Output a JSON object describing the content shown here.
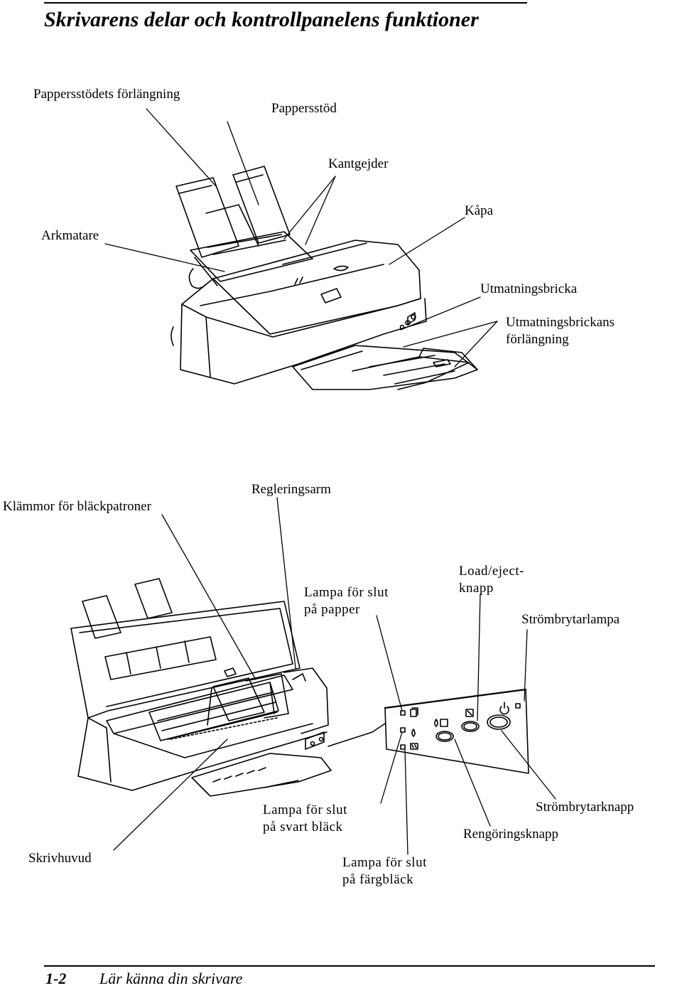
{
  "title": "Skrivarens delar och kontrollpanelens funktioner",
  "top_labels": {
    "pappersstod_forlangning": "Pappersstödets förlängning",
    "pappersstod": "Pappersstöd",
    "kantgejder": "Kantgejder",
    "kapa": "Kåpa",
    "arkmatare": "Arkmatare",
    "utmatningsbricka": "Utmatningsbricka",
    "utmatningsbrickans_forlangning": "Utmatningsbrickans\nförlängning"
  },
  "bottom_labels": {
    "klammor": "Klämmor för bläckpatroner",
    "regleringsarm": "Regleringsarm",
    "lampa_papper": "Lampa för slut\npå papper",
    "load_eject": "Load/eject-\nknapp",
    "strombrytarlampa": "Strömbrytarlampa",
    "lampa_svart": "Lampa för slut\npå svart bläck",
    "strombrytarknapp": "Strömbrytarknapp",
    "rengoringsknapp": "Rengöringsknapp",
    "skrivhuvud": "Skrivhuvud",
    "lampa_farg": "Lampa för slut\npå färgbläck"
  },
  "footer": {
    "page_number": "1-2",
    "section": "Lär känna din skrivare"
  }
}
